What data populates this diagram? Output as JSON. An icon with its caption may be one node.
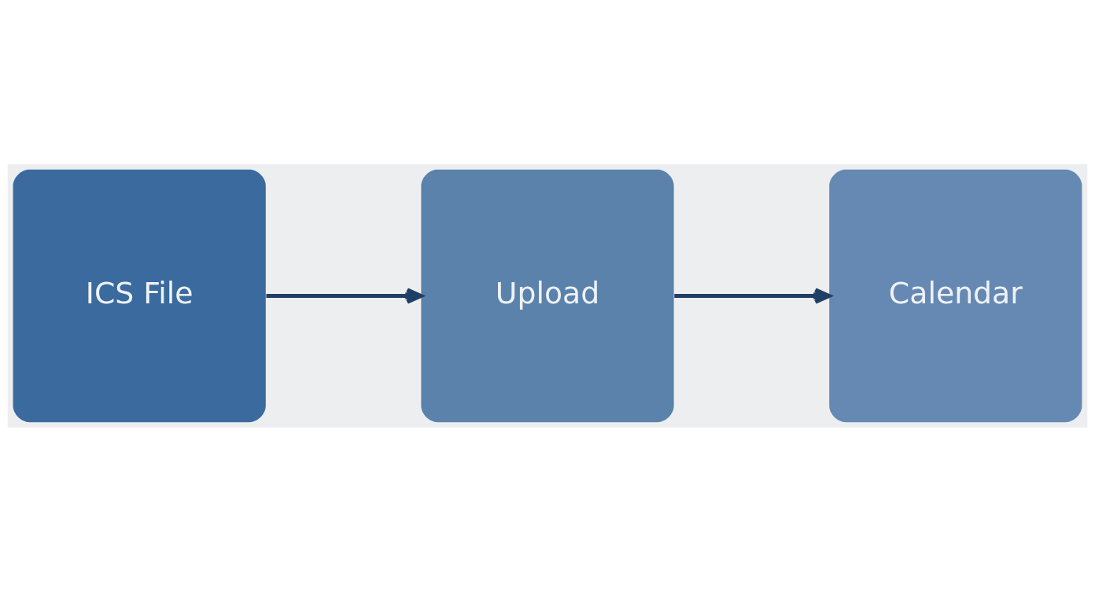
{
  "diagram": {
    "nodes": [
      {
        "text": [
          "ICS File"
        ]
      },
      {
        "text": [
          "Upload"
        ]
      },
      {
        "text": [
          "Calendar"
        ]
      }
    ],
    "edges": [
      {
        "from": 0,
        "to": 1,
        "arrow": "to"
      },
      {
        "from": 1,
        "to": 2,
        "arrow": "to"
      }
    ]
  }
}
